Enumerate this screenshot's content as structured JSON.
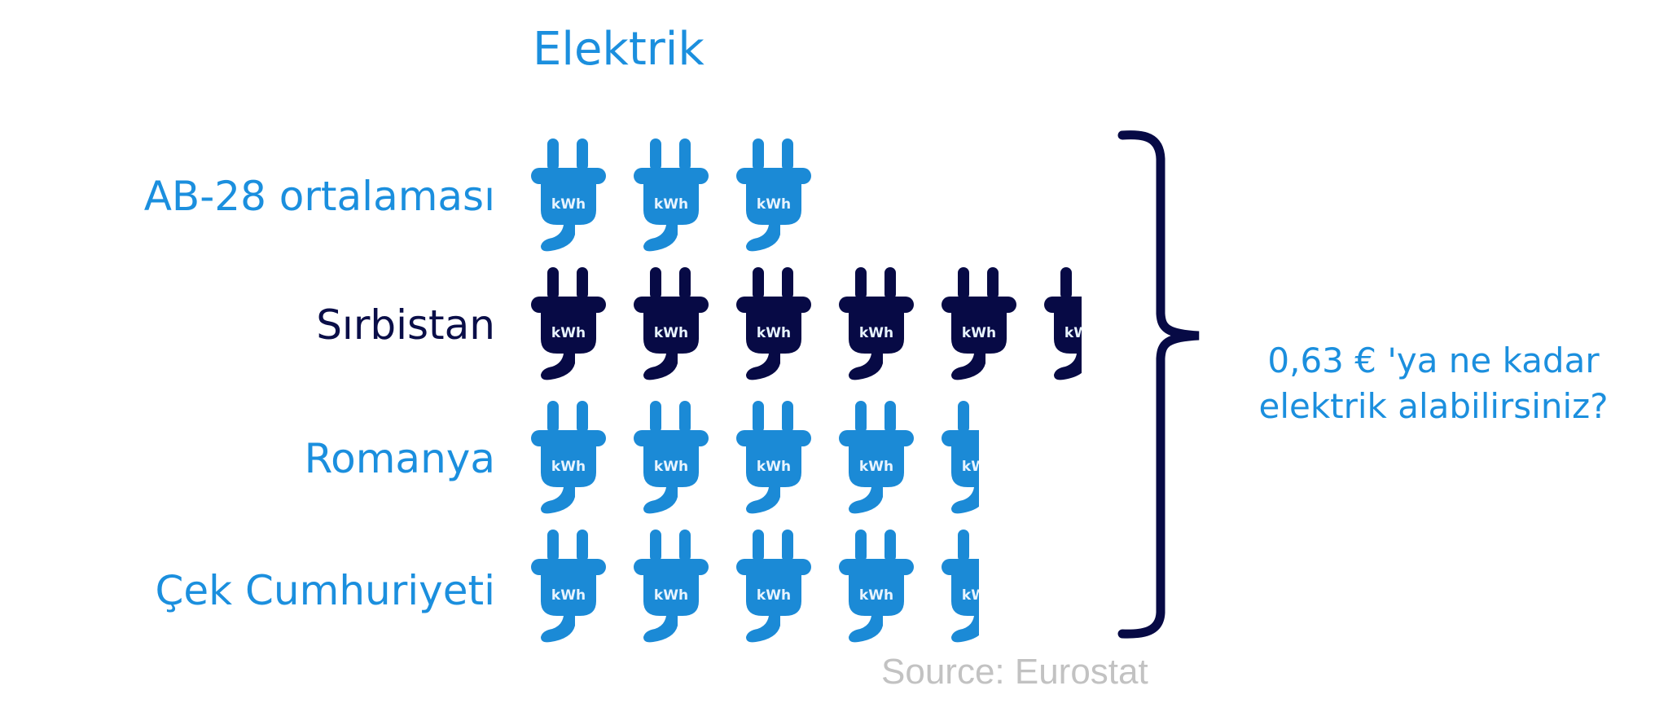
{
  "chart_data": {
    "type": "pictogram",
    "title": "Elektrik",
    "unit_icon": "plug-kwh-icon",
    "icon_text": "kWh",
    "question": [
      "0,63 € 'ya ne kadar",
      "elektrik alabilirsiniz?"
    ],
    "source": "Source: Eurostat",
    "categories": [
      "AB-28 ortalaması",
      "Sırbistan",
      "Romanya",
      "Çek Cumhuriyeti"
    ],
    "values": [
      3,
      5.5,
      4.5,
      4.5
    ],
    "colors": [
      "#1b8ad6",
      "#070a45",
      "#1b8ad6",
      "#1b8ad6"
    ],
    "label_colors": [
      "#1b8fde",
      "#0a0e48",
      "#1b8fde",
      "#1b8fde"
    ]
  },
  "brace_color": "#070a45"
}
